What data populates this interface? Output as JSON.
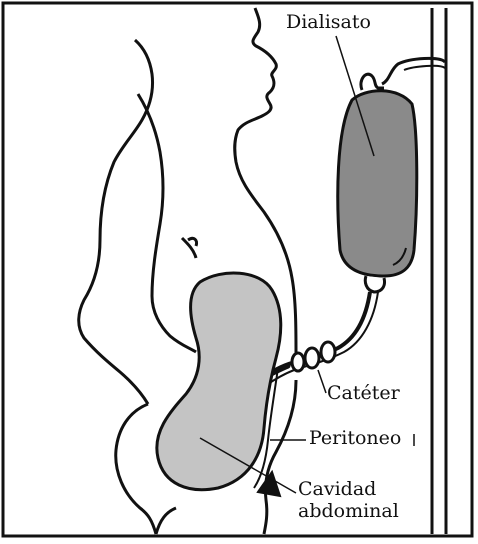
{
  "labels": {
    "dialysate": "Dialisato",
    "catheter": "Catéter",
    "peritoneum": "Peritoneo",
    "abdominal_cavity_line1": "Cavidad",
    "abdominal_cavity_line2": "abdominal"
  },
  "colors": {
    "outline": "#111111",
    "bag_fill": "#8a8a8a",
    "cavity_fill": "#c4c4c4",
    "background": "#ffffff"
  }
}
